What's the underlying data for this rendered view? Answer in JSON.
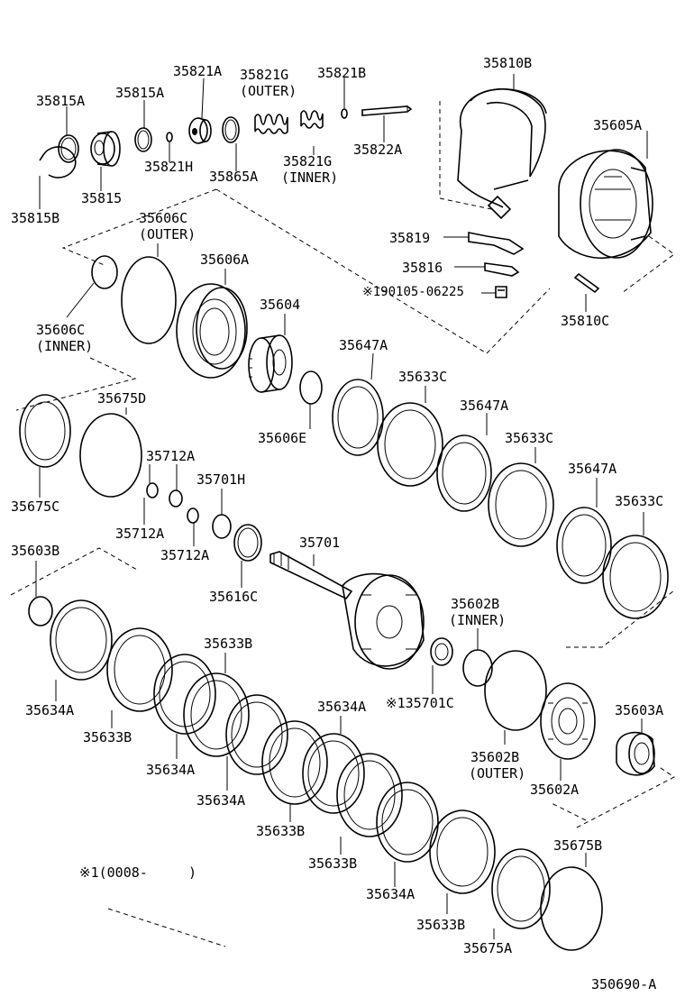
{
  "parts": {
    "p35815B": "35815B",
    "p35815A_left": "35815A",
    "p35815A_right": "35815A",
    "p35815": "35815",
    "p35821A": "35821A",
    "p35821H": "35821H",
    "p35821G_outer_num": "35821G",
    "p35821G_outer_note": "(OUTER)",
    "p35821B": "35821B",
    "p35821G_inner_num": "35821G",
    "p35821G_inner_note": "(INNER)",
    "p35865A": "35865A",
    "p35822A": "35822A",
    "p35810B": "35810B",
    "p35605A": "35605A",
    "p35606C_outer_num": "35606C",
    "p35606C_outer_note": "(OUTER)",
    "p35606A": "35606A",
    "p35604": "35604",
    "p35819": "35819",
    "p35816": "35816",
    "p90105": "※190105-06225",
    "p35810C": "35810C",
    "p35606C_inner_num": "35606C",
    "p35606C_inner_note": "(INNER)",
    "p35647A_1": "35647A",
    "p35633C_1": "35633C",
    "p35647A_2": "35647A",
    "p35633C_2": "35633C",
    "p35647A_3": "35647A",
    "p35633C_3": "35633C",
    "p35606E": "35606E",
    "p35675D": "35675D",
    "p35675C": "35675C",
    "p35712A_1": "35712A",
    "p35701H": "35701H",
    "p35712A_2": "35712A",
    "p35712A_3": "35712A",
    "p35616C": "35616C",
    "p35701": "35701",
    "p35603B": "35603B",
    "p35634A_1": "35634A",
    "p35633B_1": "35633B",
    "p35633B_2": "35633B",
    "p35634A_2": "35634A",
    "p35634A_3": "35634A",
    "p35634A_4": "35634A",
    "p35633B_3": "35633B",
    "p35633B_4": "35633B",
    "p35634A_5": "35634A",
    "p35633B_5": "35633B",
    "p35675A": "35675A",
    "p35675B": "35675B",
    "p35602B_inner_num": "35602B",
    "p35602B_inner_note": "(INNER)",
    "p135701C": "※135701C",
    "p35602B_outer_num": "35602B",
    "p35602B_outer_note": "(OUTER)",
    "p35602A": "35602A",
    "p35603A": "35603A"
  },
  "footnote": "※1(0008-     )",
  "diagram_id": "350690-A"
}
